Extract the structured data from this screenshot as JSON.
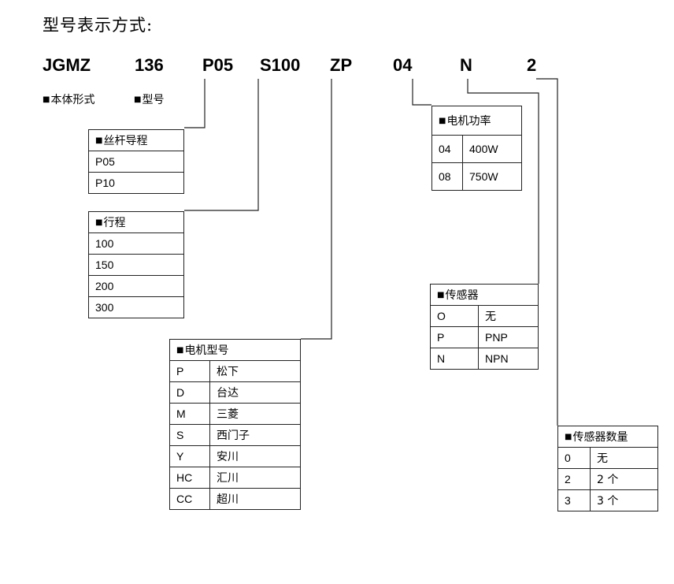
{
  "title": "型号表示方式:",
  "model_code": [
    "JGMZ",
    "136",
    "P05",
    "S100",
    "ZP",
    "04",
    "N",
    "2"
  ],
  "legend": {
    "body_form": "本体形式",
    "model": "型号"
  },
  "square_mark": "■",
  "tables": {
    "screw_lead": {
      "header": "丝杆导程",
      "rows": [
        [
          "P05"
        ],
        [
          "P10"
        ]
      ]
    },
    "stroke": {
      "header": "行程",
      "rows": [
        [
          "100"
        ],
        [
          "150"
        ],
        [
          "200"
        ],
        [
          "300"
        ]
      ]
    },
    "motor_model": {
      "header": "电机型号",
      "rows": [
        [
          "P",
          "松下"
        ],
        [
          "D",
          "台达"
        ],
        [
          "M",
          "三菱"
        ],
        [
          "S",
          "西门子"
        ],
        [
          "Y",
          "安川"
        ],
        [
          "HC",
          "汇川"
        ],
        [
          "CC",
          "超川"
        ]
      ]
    },
    "motor_power": {
      "header": "电机功率",
      "rows": [
        [
          "04",
          "400W"
        ],
        [
          "08",
          "750W"
        ]
      ]
    },
    "sensor": {
      "header": "传感器",
      "rows": [
        [
          "O",
          "无"
        ],
        [
          "P",
          "PNP"
        ],
        [
          "N",
          "NPN"
        ]
      ]
    },
    "sensor_count": {
      "header": "传感器数量",
      "rows": [
        [
          "0",
          "无"
        ],
        [
          "2",
          "2 个"
        ],
        [
          "3",
          "3 个"
        ]
      ]
    }
  }
}
